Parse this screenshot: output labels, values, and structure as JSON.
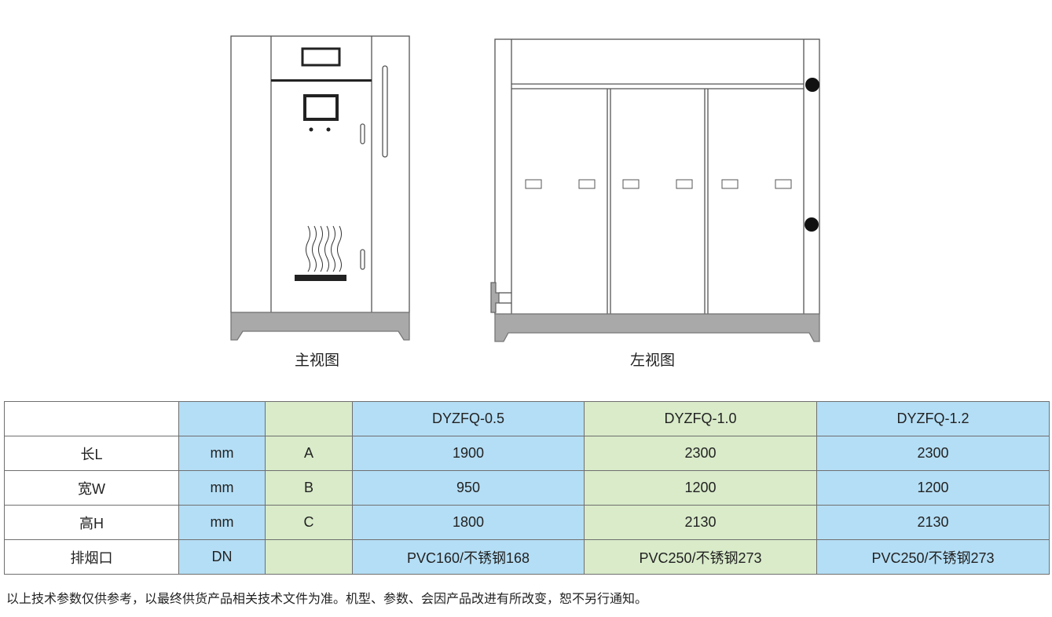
{
  "figures": {
    "front_view_caption": "主视图",
    "left_view_caption": "左视图"
  },
  "table": {
    "header": [
      "",
      "",
      "",
      "DYZFQ-0.5",
      "DYZFQ-1.0",
      "DYZFQ-1.2"
    ],
    "rows": [
      [
        "长L",
        "mm",
        "A",
        "1900",
        "2300",
        "2300"
      ],
      [
        "宽W",
        "mm",
        "B",
        "950",
        "1200",
        "1200"
      ],
      [
        "高H",
        "mm",
        "C",
        "1800",
        "2130",
        "2130"
      ],
      [
        "排烟口",
        "DN",
        "",
        "PVC160/不锈钢168",
        "PVC250/不锈钢273",
        "PVC250/不锈钢273"
      ]
    ]
  },
  "note": "以上技术参数仅供参考，以最终供货产品相关技术文件为准。机型、参数、会因产品改进有所改变，恕不另行通知。",
  "colors": {
    "blue": "#b4def5",
    "green": "#d9ebc9",
    "base": "#a9a9a9"
  }
}
